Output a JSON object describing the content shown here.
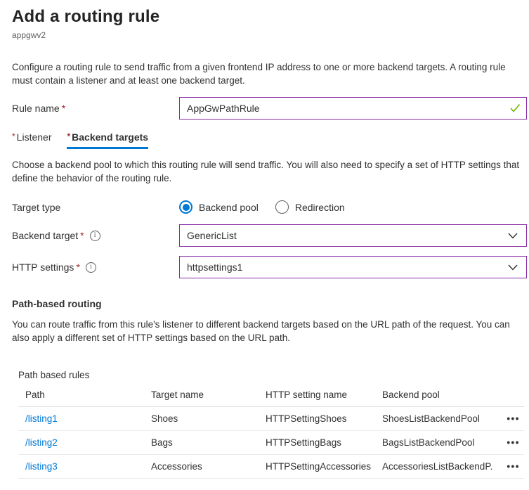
{
  "page": {
    "title": "Add a routing rule",
    "subtitle": "appgwv2",
    "intro": "Configure a routing rule to send traffic from a given frontend IP address to one or more backend targets. A routing rule must contain a listener and at least one backend target.",
    "required_marker": "*"
  },
  "rule_name": {
    "label": "Rule name",
    "value": "AppGwPathRule"
  },
  "tabs": [
    {
      "label": "Listener",
      "active": false
    },
    {
      "label": "Backend targets",
      "active": true
    }
  ],
  "backend_targets_tab": {
    "description": "Choose a backend pool to which this routing rule will send traffic. You will also need to specify a set of HTTP settings that define the behavior of the routing rule.",
    "target_type": {
      "label": "Target type",
      "options": [
        {
          "label": "Backend pool",
          "selected": true
        },
        {
          "label": "Redirection",
          "selected": false
        }
      ]
    },
    "backend_target": {
      "label": "Backend target",
      "value": "GenericList"
    },
    "http_settings": {
      "label": "HTTP settings",
      "value": "httpsettings1"
    }
  },
  "path_based_routing": {
    "heading": "Path-based routing",
    "description": "You can route traffic from this rule's listener to different backend targets based on the URL path of the request. You can also apply a different set of HTTP settings based on the URL path.",
    "table_label": "Path based rules",
    "columns": [
      "Path",
      "Target name",
      "HTTP setting name",
      "Backend pool"
    ],
    "rows": [
      {
        "path": "/listing1",
        "target_name": "Shoes",
        "http_setting_name": "HTTPSettingShoes",
        "backend_pool": "ShoesListBackendPool"
      },
      {
        "path": "/listing2",
        "target_name": "Bags",
        "http_setting_name": "HTTPSettingBags",
        "backend_pool": "BagsListBackendPool"
      },
      {
        "path": "/listing3",
        "target_name": "Accessories",
        "http_setting_name": "HTTPSettingAccessories",
        "backend_pool": "AccessoriesListBackendP..."
      }
    ]
  },
  "icons": {
    "more_options": "•••"
  },
  "colors": {
    "accent_blue": "#0078d4",
    "edited_field_purple": "#8a2da5",
    "valid_green": "#6bb700",
    "required_red": "#a4262c",
    "link_blue": "#0078d4"
  }
}
